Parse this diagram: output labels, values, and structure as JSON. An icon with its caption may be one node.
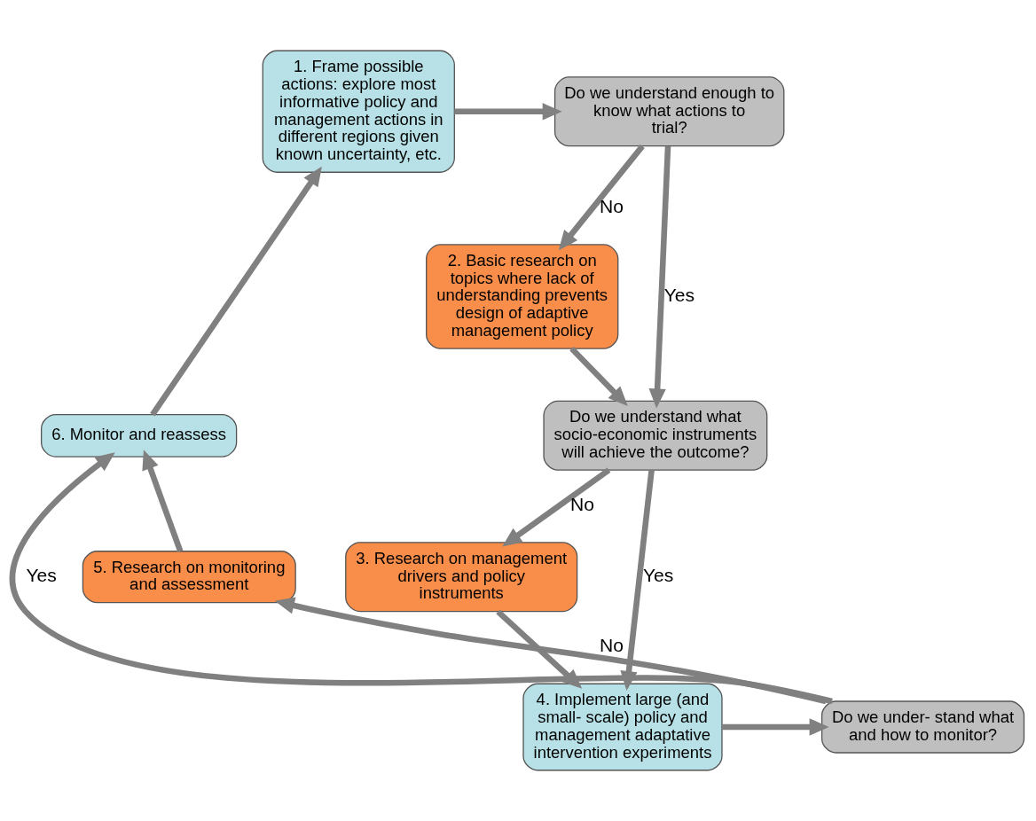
{
  "diagram": {
    "nodes": [
      {
        "text": [
          "1. Frame possible  actions: explore most informative policy and management actions in different regions given known uncertainty, etc."
        ]
      },
      {
        "text": [
          "Do we understand enough to know what actions to trial?"
        ]
      },
      {
        "text": [
          "2. Basic research on topics where lack of understanding prevents design of adaptive management policy"
        ]
      },
      {
        "text": [
          "Do we understand what socio-economic instruments will achieve the outcome?"
        ]
      },
      {
        "text": [
          "3. Research on management drivers and policy instruments"
        ]
      },
      {
        "text": [
          "4. Implement large (and small- scale) policy and management adaptative intervention experiments"
        ]
      },
      {
        "text": [
          "Do we under- stand what and how to monitor?"
        ]
      },
      {
        "text": [
          "5. Research on monitoring and assessment"
        ]
      },
      {
        "text": [
          "6. Monitor and reassess"
        ]
      }
    ],
    "edges": [
      {
        "from": 0,
        "to": 1,
        "arrow": "to"
      },
      {
        "from": 1,
        "to": 2,
        "arrow": "to",
        "label": "No"
      },
      {
        "from": 1,
        "to": 3,
        "arrow": "to",
        "label": "Yes"
      },
      {
        "from": 2,
        "to": 3,
        "arrow": "to"
      },
      {
        "from": 3,
        "to": 4,
        "arrow": "to",
        "label": "No"
      },
      {
        "from": 3,
        "to": 5,
        "arrow": "to",
        "label": "Yes"
      },
      {
        "from": 4,
        "to": 5,
        "arrow": "to"
      },
      {
        "from": 5,
        "to": 6,
        "arrow": "to"
      },
      {
        "from": 6,
        "to": 7,
        "arrow": "to",
        "label": "No"
      },
      {
        "from": 6,
        "to": 8,
        "arrow": "to",
        "label": "Yes"
      },
      {
        "from": 7,
        "to": 8,
        "arrow": "to"
      },
      {
        "from": 8,
        "to": 0,
        "arrow": "to"
      }
    ]
  }
}
